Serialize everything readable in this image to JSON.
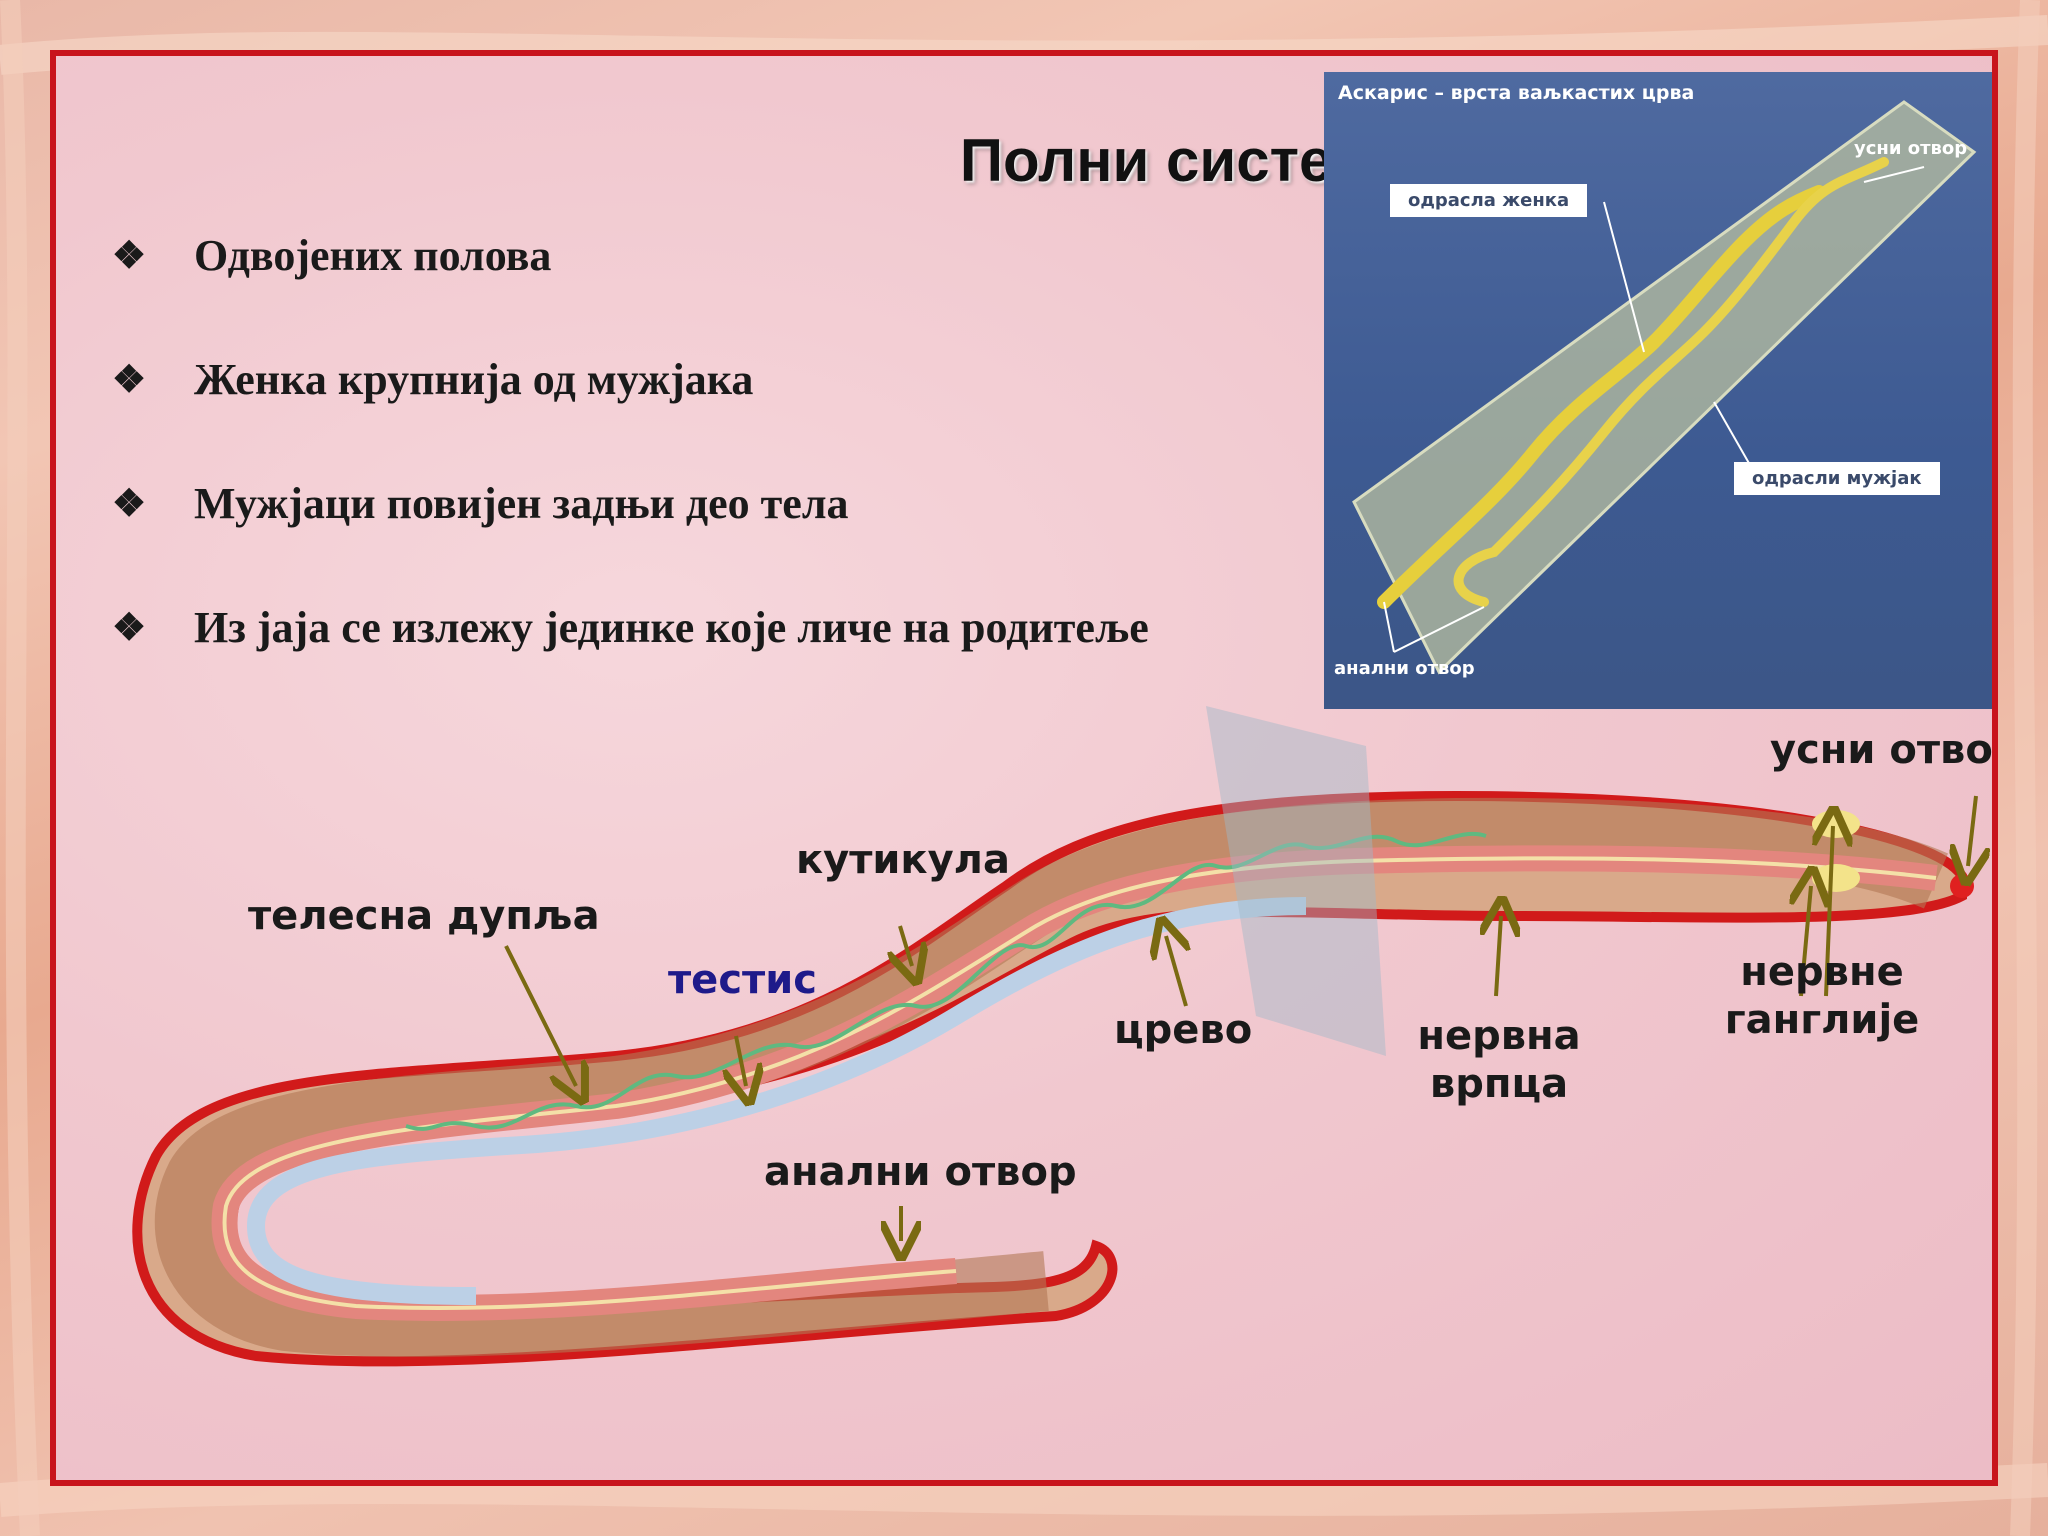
{
  "slide": {
    "title": "Полни систем",
    "bullet_icon": "diamond-bullet-icon",
    "bullets": [
      "Одвојених полова",
      "Женка крупнија од мужјака",
      "Мужјаци повијен задњи део тела",
      "Из јаја се излежу јединке које личе на родитеље"
    ]
  },
  "photo": {
    "title": "Аскарис – врста ваљкастих црва",
    "labels": {
      "female": "одрасла женка",
      "male": "одрасли мужјак",
      "mouth": "усни отвор",
      "anus": "анални отвор"
    }
  },
  "diagram": {
    "labels": {
      "mouth": "усни отвор",
      "cuticle": "кутикула",
      "body_cavity": "телесна дупља",
      "testis": "тестис",
      "intestine": "црево",
      "nerve_cord_1": "нервна",
      "nerve_cord_2": "врпца",
      "ganglia_1": "нервне",
      "ganglia_2": "ганглије",
      "anus": "анални отвор"
    },
    "colors": {
      "label_text": "#1a1a1a",
      "testis_label": "#1e1a8a",
      "arrow": "#7a6a12",
      "frame": "#c8141c"
    }
  }
}
